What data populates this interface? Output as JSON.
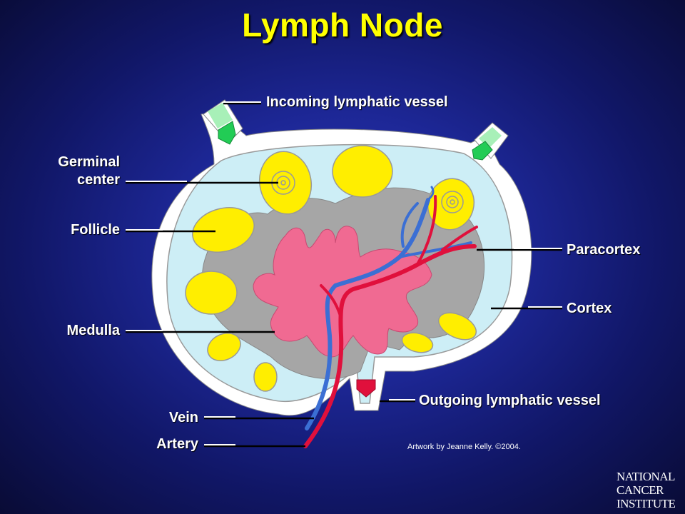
{
  "title": "Lymph Node",
  "labels": {
    "incoming": "Incoming lymphatic vessel",
    "germinal_line1": "Germinal",
    "germinal_line2": "center",
    "follicle": "Follicle",
    "medulla": "Medulla",
    "paracortex": "Paracortex",
    "cortex": "Cortex",
    "outgoing": "Outgoing lymphatic vessel",
    "vein": "Vein",
    "artery": "Artery"
  },
  "credit": "Artwork by Jeanne Kelly. ©2004.",
  "logo": {
    "line1": "NATIONAL",
    "line2": "CANCER",
    "line3": "INSTITUTE"
  },
  "colors": {
    "title": "#ffff00",
    "capsule": "#ffffff",
    "cortex_fill": "#cdeef6",
    "paracortex": "#a6a6a6",
    "medulla": "#f06a92",
    "follicle": "#ffee00",
    "artery": "#e0103c",
    "vein": "#3b6fd4",
    "lymph_arrow": "#22cc55"
  }
}
